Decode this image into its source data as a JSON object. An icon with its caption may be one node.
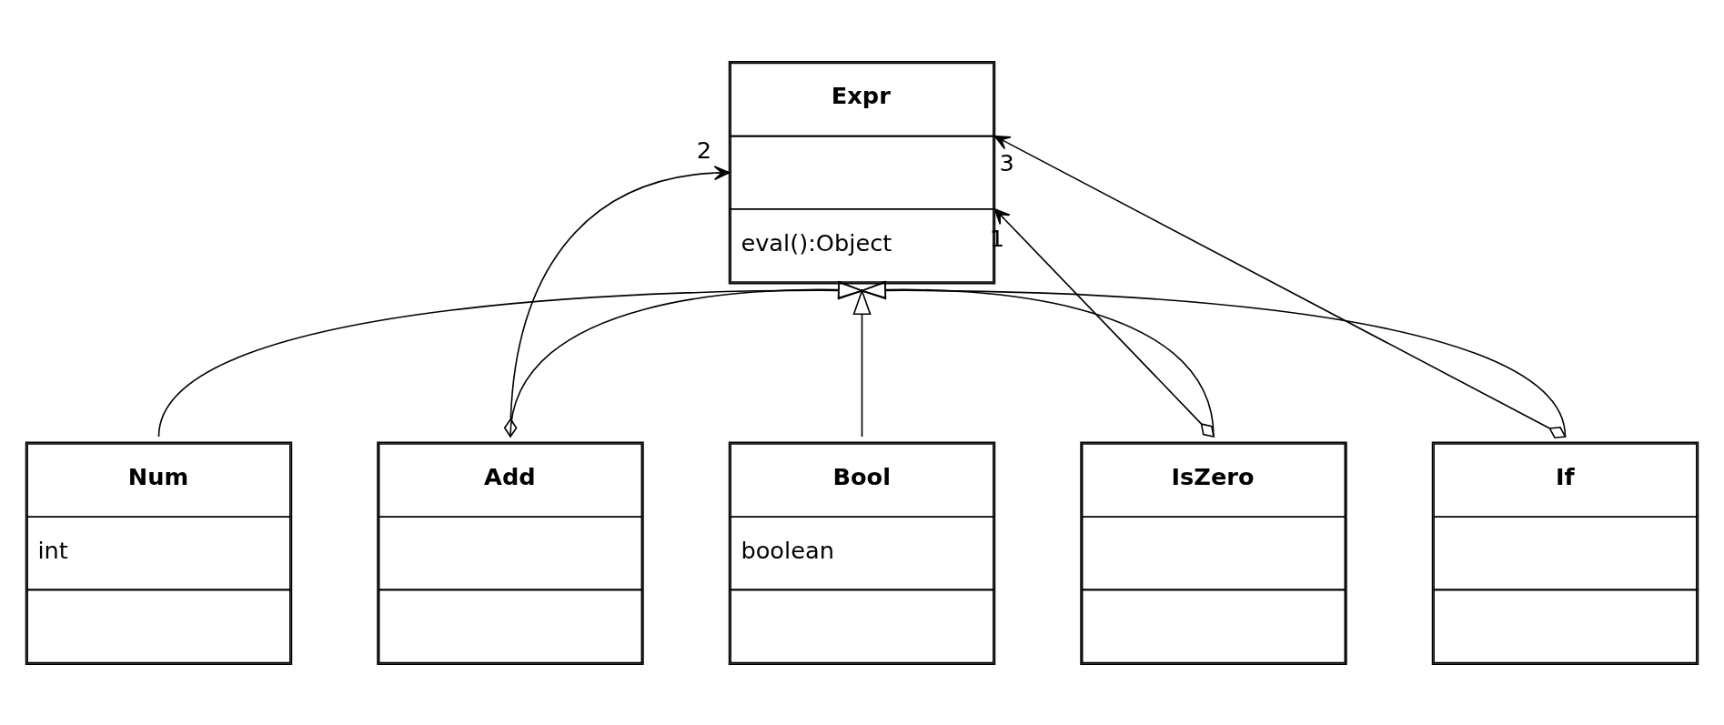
{
  "diagram": {
    "nodes": [
      {
        "text": [
          "Expr",
          "eval():Object"
        ]
      },
      {
        "text": [
          "Num",
          "int"
        ]
      },
      {
        "text": [
          "Add"
        ]
      },
      {
        "text": [
          "Bool",
          "boolean"
        ]
      },
      {
        "text": [
          "IsZero"
        ]
      },
      {
        "text": [
          "If"
        ]
      }
    ],
    "edges": [
      {
        "from": 1,
        "to": 0,
        "arrow": "to"
      },
      {
        "from": 2,
        "to": 0,
        "arrow": "to"
      },
      {
        "from": 3,
        "to": 0,
        "arrow": "to"
      },
      {
        "from": 4,
        "to": 0,
        "arrow": "to"
      },
      {
        "from": 5,
        "to": 0,
        "arrow": "to"
      },
      {
        "from": 2,
        "to": 0,
        "arrow": "to",
        "label": "2"
      },
      {
        "from": 4,
        "to": 0,
        "arrow": "to",
        "label": "1"
      },
      {
        "from": 5,
        "to": 0,
        "arrow": "to",
        "label": "3"
      }
    ]
  }
}
